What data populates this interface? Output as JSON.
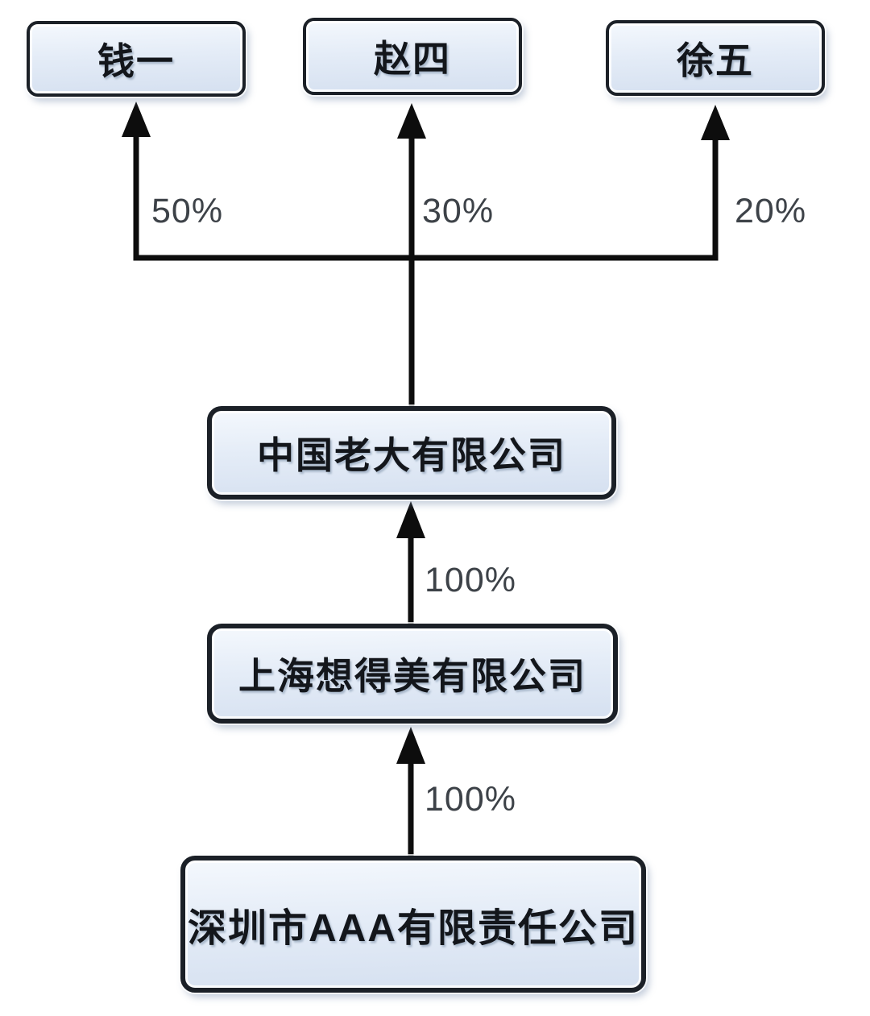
{
  "diagram": {
    "type": "equity-structure-chart",
    "shareholders": [
      {
        "name": "钱一",
        "percent": "50%"
      },
      {
        "name": "赵四",
        "percent": "30%"
      },
      {
        "name": "徐五",
        "percent": "20%"
      }
    ],
    "companies": [
      {
        "name": "中国老大有限公司"
      },
      {
        "name": "上海想得美有限公司",
        "ownership_in_parent": "100%"
      },
      {
        "name": "深圳市AAA有限责任公司",
        "ownership_in_parent": "100%"
      }
    ],
    "colors": {
      "background": "#ffffff",
      "box_fill_top": "#f4f8fd",
      "box_fill_bottom": "#d5e0f0",
      "box_border": "#1b2027",
      "box_text": "#13161b",
      "connector": "#0d0d0d",
      "percent_text": "#3d4248"
    }
  }
}
